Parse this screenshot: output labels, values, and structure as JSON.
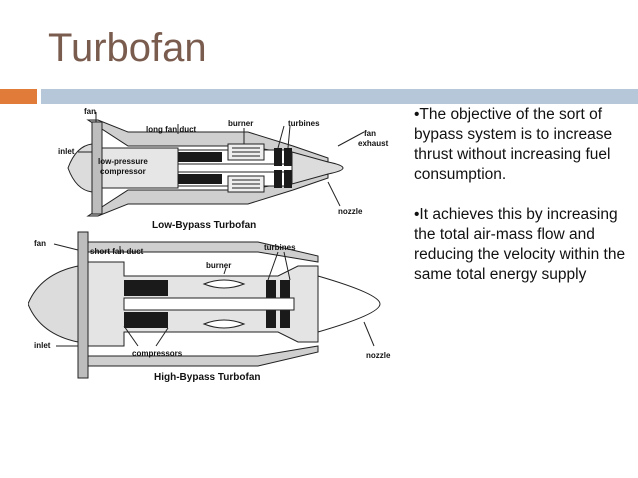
{
  "slide": {
    "title": "Turbofan",
    "colors": {
      "title": "#7a5c4e",
      "accent_orange": "#e07b39",
      "accent_blue": "#b5c7d9"
    }
  },
  "figure": {
    "low_bypass": {
      "caption": "Low-Bypass Turbofan",
      "labels": {
        "fan": "fan",
        "long_fan_duct": "long fan duct",
        "burner": "burner",
        "turbines": "turbines",
        "fan_exhaust_1": "fan",
        "fan_exhaust_2": "exhaust",
        "inlet": "inlet",
        "lp_compressor_1": "low-pressure",
        "lp_compressor_2": "compressor",
        "nozzle": "nozzle"
      }
    },
    "high_bypass": {
      "caption": "High-Bypass Turbofan",
      "labels": {
        "fan": "fan",
        "short_fan_duct": "short fan duct",
        "turbines": "turbines",
        "burner": "burner",
        "inlet": "inlet",
        "compressors": "compressors",
        "nozzle": "nozzle"
      }
    }
  },
  "bullets": [
    "•The objective of the sort of bypass system is to increase thrust without increasing fuel consumption.",
    "•It achieves this by increasing the total air-mass flow and reducing the velocity  within the same total energy supply"
  ]
}
